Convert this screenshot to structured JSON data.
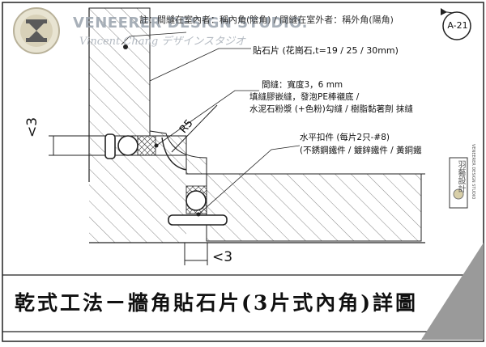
{
  "watermark": {
    "brand": "VENEERER DESIGN STUDIO.",
    "subtitle": "Vincent Chang デザインスタジオ"
  },
  "sheet_label": "A-21",
  "vertical_brand": "羽藝設計",
  "vertical_small": "VENEERER DESIGN STUDIO",
  "notes": {
    "top_note": "註：間縫在室內者：稱內角(陰角) / 間縫在室外者：稱外角(陽角)",
    "stone": "貼石片 (花崗石,t=19 / 25 / 30mm)",
    "joint_1": "間縫：寬度3，6 mm",
    "joint_2": "填縫膠嵌縫，發泡PE棒襯底 /",
    "joint_3": "水泥石粉漿 (+色粉)勾縫 / 樹脂黏著劑 抹縫",
    "clip_1": "水平扣件 (每片2只-#8)",
    "clip_2": "(不銹鋼鐵件 / 鍍鋅鐵件 / 黃銅鐵"
  },
  "dimensions": {
    "radius": "R5",
    "left_dim": "<3",
    "bottom_dim": "<3"
  },
  "title": "乾式工法ㄧ牆角貼石片(3片式內角)詳圖"
}
